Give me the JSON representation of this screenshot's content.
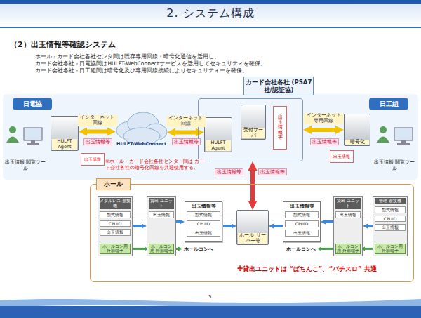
{
  "diagram": {
    "title": "2. システム構成",
    "nodes": [
      {
        "text": [
          "日電協"
        ]
      },
      {
        "text": [
          "HULFT Agent"
        ]
      },
      {
        "text": [
          "出玉情報 閲覧ツール"
        ]
      },
      {
        "text": [
          "出玉情報"
        ]
      },
      {
        "text": [
          "HULFT-WebConnect"
        ]
      },
      {
        "text": [
          "カード会社各社 (PSA7社/認証協)"
        ]
      },
      {
        "text": [
          "HULFT Agent"
        ],
        "in": 5
      },
      {
        "text": [
          "受付サーバ"
        ],
        "in": 5
      },
      {
        "text": [
          "出玉情報等"
        ],
        "in": 5
      },
      {
        "text": [
          "日工組"
        ]
      },
      {
        "text": [
          "暗号化"
        ]
      },
      {
        "text": [
          "出玉情報 閲覧ツール"
        ]
      },
      {
        "text": [
          "出玉情報"
        ]
      },
      {
        "text": [
          "ホール"
        ]
      },
      {
        "text": [
          "メダルレス 遊技機",
          "型式情報",
          "CPUID",
          "出玉情報",
          "ホールコン用 外部端子"
        ],
        "in": 13
      },
      {
        "text": [
          "貸出 ユニット",
          "出玉情報",
          "ホールコン用 外部端子"
        ],
        "in": 13
      },
      {
        "text": [
          "出玉情報等",
          "型式情報",
          "CPUID",
          "出玉情報"
        ],
        "in": 13
      },
      {
        "text": [
          "ホール サーバー等"
        ],
        "in": 13
      },
      {
        "text": [
          "出玉情報等",
          "型式情報",
          "CPUID",
          "出玉情報"
        ],
        "in": 13
      },
      {
        "text": [
          "貸出 ユニット",
          "出玉情報",
          "ホールコン用 外部端子"
        ],
        "in": 13
      },
      {
        "text": [
          "管理 遊技機",
          "型式情報",
          "CPUID",
          "出玉情報",
          "ホールコン用 外部端子"
        ],
        "in": 13
      }
    ],
    "edges": [
      {
        "from": 1,
        "to": 4,
        "arrow": "both",
        "label": "インターネット 回線"
      },
      {
        "from": 4,
        "to": 6,
        "arrow": "both",
        "label": "インターネット 回線"
      },
      {
        "from": 5,
        "to": 10,
        "arrow": "both",
        "label": "インターネット 専用回線"
      },
      {
        "from": 5,
        "to": 17,
        "arrow": "both"
      },
      {
        "from": 14,
        "to": 15,
        "arrow": "to"
      },
      {
        "from": 15,
        "to": 16,
        "arrow": "to"
      },
      {
        "from": 16,
        "to": 17,
        "arrow": "to"
      },
      {
        "from": 20,
        "to": 19,
        "arrow": "to"
      },
      {
        "from": 19,
        "to": 18,
        "arrow": "to"
      },
      {
        "from": 18,
        "to": 17,
        "arrow": "to"
      }
    ],
    "labels": [
      "（2）出玉情報等確認システム",
      "ホール - カード会社各社センタ間は既存専用回線・暗号化通信を活用し、",
      "カード会社各社 - 日電協間はHULFT-WebConnectサービスを活用してセキュリティを確保。",
      "カード会社各社 - 日工組間は暗号化及び専用回線接続によりセキュリティーを確保。",
      "出玉情報等",
      "出玉情報等",
      "出玉情報等",
      "※ホール・カード会社各社センター間は カード会社各社の暗号化回線を共通使用する。",
      "出玉情報等",
      "出玉情報等",
      "ホールコンへ",
      "ホールコンへ",
      "※貸出ユニットは “ぱちんこ”、“パチスロ” 共通",
      "5"
    ]
  }
}
